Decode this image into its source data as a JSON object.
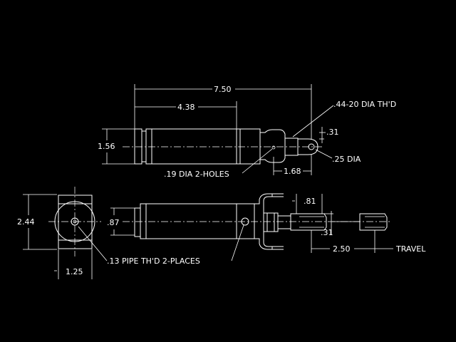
{
  "drawing": {
    "line_color": "#ffffff",
    "background": "#000000",
    "dimensions": {
      "overall_length": "7.50",
      "body_length": "4.38",
      "body_diameter": "1.56",
      "rod_end_length": "1.68",
      "rod_thread": ".44-20  DIA TH'D",
      "clevis_offset": ".31",
      "pin_diameter": ".25 DIA",
      "mount_holes": ".19 DIA 2-HOLES",
      "bracket_height": "2.44",
      "port_diameter": ".87",
      "bracket_width": "1.25",
      "pipe_ports": ".13 PIPE TH'D 2-PLACES",
      "bracket_offset": ".81",
      "clevis_gap": ".31",
      "travel_value": "2.50",
      "travel_label": "TRAVEL"
    }
  }
}
